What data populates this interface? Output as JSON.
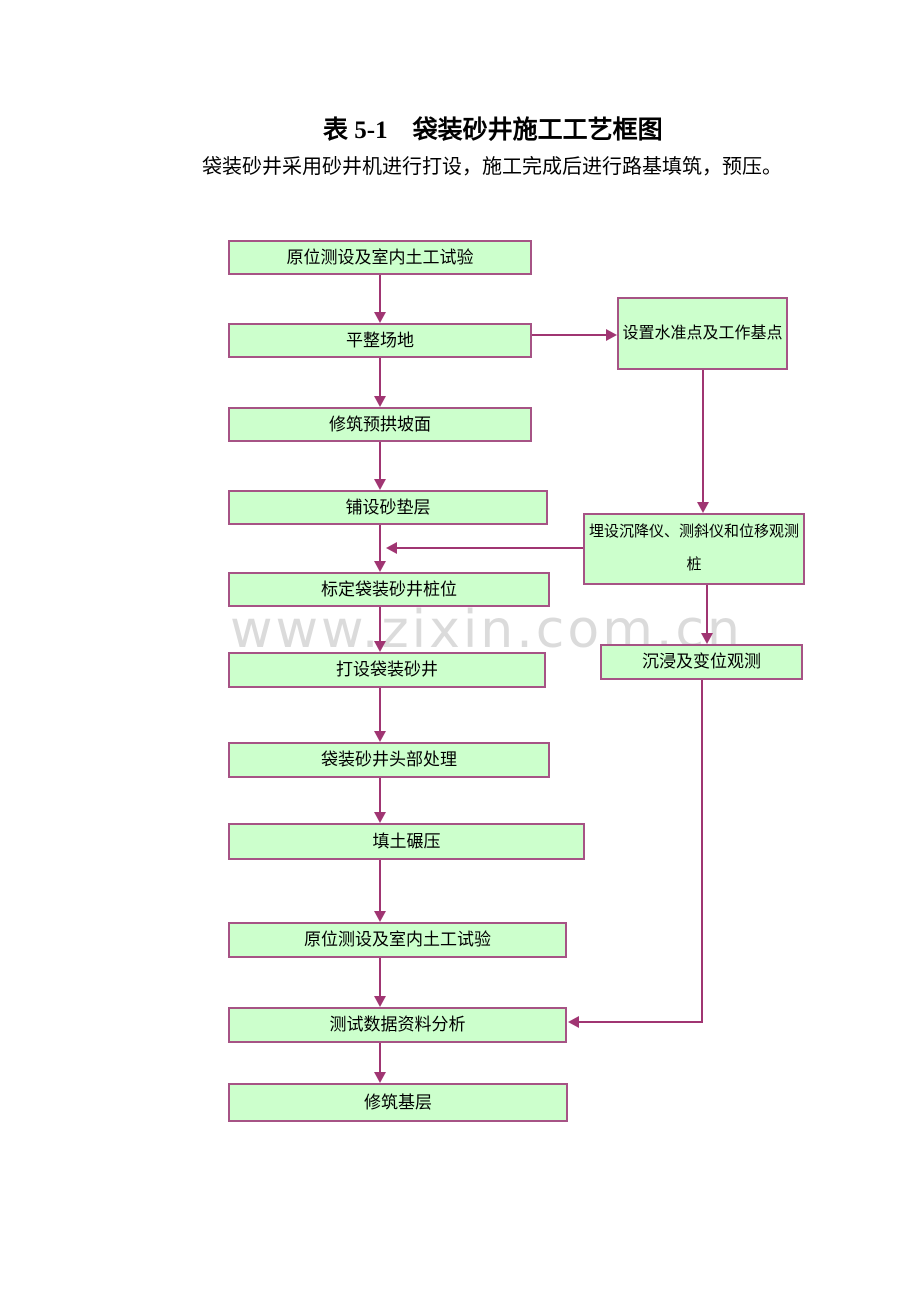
{
  "doc": {
    "title": "表 5-1    袋装砂井施工工艺框图",
    "subtitle": "袋装砂井采用砂井机进行打设，施工完成后进行路基填筑，预压。",
    "watermark": "www.zixin.com.cn"
  },
  "colors": {
    "box_fill": "#ccffcc",
    "box_border": "#a65385",
    "connector": "#a03572",
    "watermark": "#dbdbdb",
    "text": "#000000"
  },
  "flow": {
    "nodes": [
      {
        "id": "survey-initial",
        "label": "原位测设及室内土工试验"
      },
      {
        "id": "level-site",
        "label": "平整场地"
      },
      {
        "id": "pre-arch-slope",
        "label": "修筑预拱坡面"
      },
      {
        "id": "sand-cushion",
        "label": "铺设砂垫层"
      },
      {
        "id": "mark-pile-positions",
        "label": "标定袋装砂井桩位"
      },
      {
        "id": "drive-sand-wells",
        "label": "打设袋装砂井"
      },
      {
        "id": "well-head-treatment",
        "label": "袋装砂井头部处理"
      },
      {
        "id": "fill-compaction",
        "label": "填土碾压"
      },
      {
        "id": "survey-repeat",
        "label": "原位测设及室内土工试验"
      },
      {
        "id": "data-analysis",
        "label": "测试数据资料分析"
      },
      {
        "id": "base-construction",
        "label": "修筑基层"
      },
      {
        "id": "benchmarks",
        "label": "设置水准点及工作基点"
      },
      {
        "id": "instruments",
        "label": "埋设沉降仪、测斜仪和位移观测\n桩"
      },
      {
        "id": "settlement-observation",
        "label": "沉浸及变位观测"
      }
    ]
  }
}
